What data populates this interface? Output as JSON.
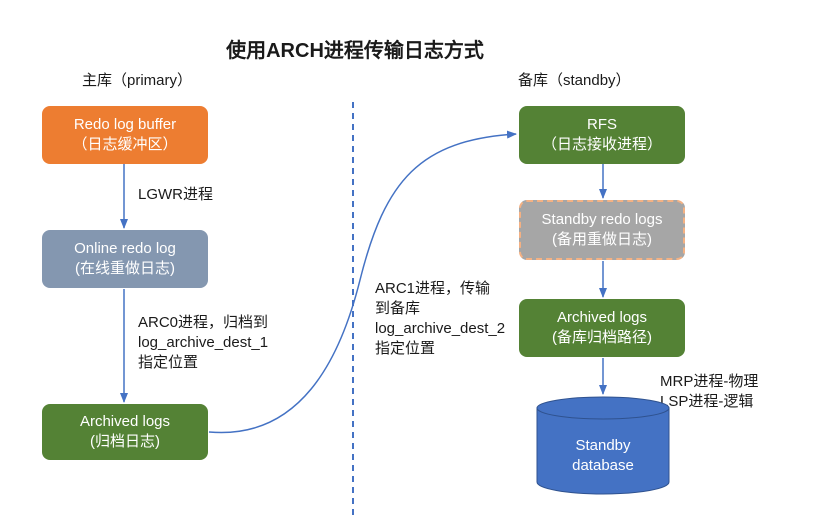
{
  "title": "使用ARCH进程传输日志方式",
  "primary_label": "主库（primary）",
  "standby_label": "备库（standby）",
  "primary": {
    "redo_buffer": {
      "line1": "Redo log buffer",
      "line2": "（日志缓冲区）"
    },
    "lgwr_note": "LGWR进程",
    "online_redo": {
      "line1": "Online redo log",
      "line2": "(在线重做日志)"
    },
    "arc0_note": [
      "ARC0进程，归档到",
      "log_archive_dest_1",
      "指定位置"
    ],
    "archived": {
      "line1": "Archived logs",
      "line2": "(归档日志)"
    }
  },
  "arc1_note": [
    "ARC1进程，传输",
    "到备库",
    "log_archive_dest_2",
    "指定位置"
  ],
  "standby": {
    "rfs": {
      "line1": "RFS",
      "line2": "（日志接收进程）"
    },
    "standby_redo": {
      "line1": "Standby redo logs",
      "line2": "(备用重做日志)"
    },
    "archived": {
      "line1": "Archived logs",
      "line2": "(备库归档路径)"
    },
    "mrp_note": [
      "MRP进程-物理",
      "LSP进程-逻辑"
    ],
    "database": {
      "line1": "Standby",
      "line2": "database"
    }
  },
  "colors": {
    "orange": "#ED7D31",
    "bluegray": "#8497B0",
    "green": "#548235",
    "gray": "#A6A6A6",
    "dashed_border": "#F4B183",
    "db_blue": "#4472C4",
    "arrow": "#4472C4"
  }
}
